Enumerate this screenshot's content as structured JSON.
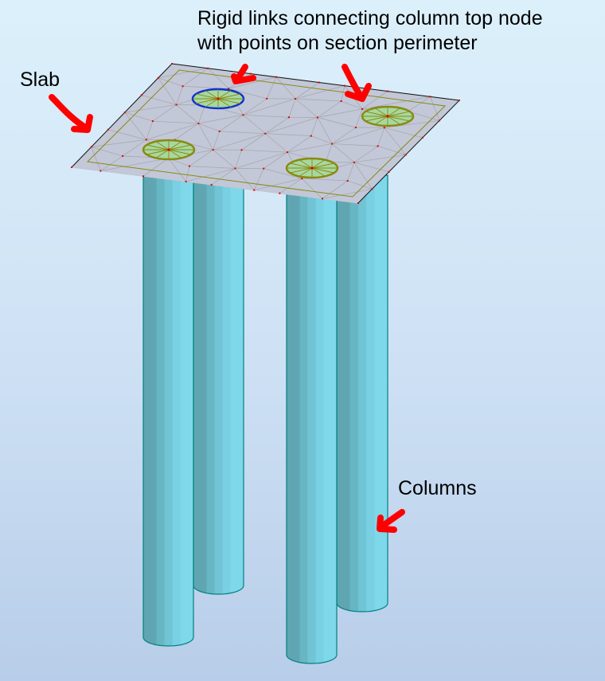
{
  "annotations": {
    "rigid_links_line1": "Rigid links connecting column top node",
    "rigid_links_line2": "with points on section perimeter",
    "slab": "Slab",
    "columns": "Columns"
  },
  "colors": {
    "slab_fill": "#c2c8d8",
    "mesh_line": "#a8a8a8",
    "node": "#e00000",
    "slab_border": "#8a8a10",
    "column_light": "#7ed8ea",
    "column_dark": "#5fa6b2",
    "column_outline": "#008080",
    "support_fill": "#a6d8a0",
    "support_edge": "#8a8a10",
    "selected_edge": "#1030d0",
    "arrow": "#ff0000"
  },
  "model": {
    "columns": [
      "left-back",
      "right-back",
      "left-front",
      "right-front"
    ],
    "supports": [
      "back-left",
      "back-right",
      "front-left",
      "front-right"
    ],
    "selected_support": "back-left"
  }
}
